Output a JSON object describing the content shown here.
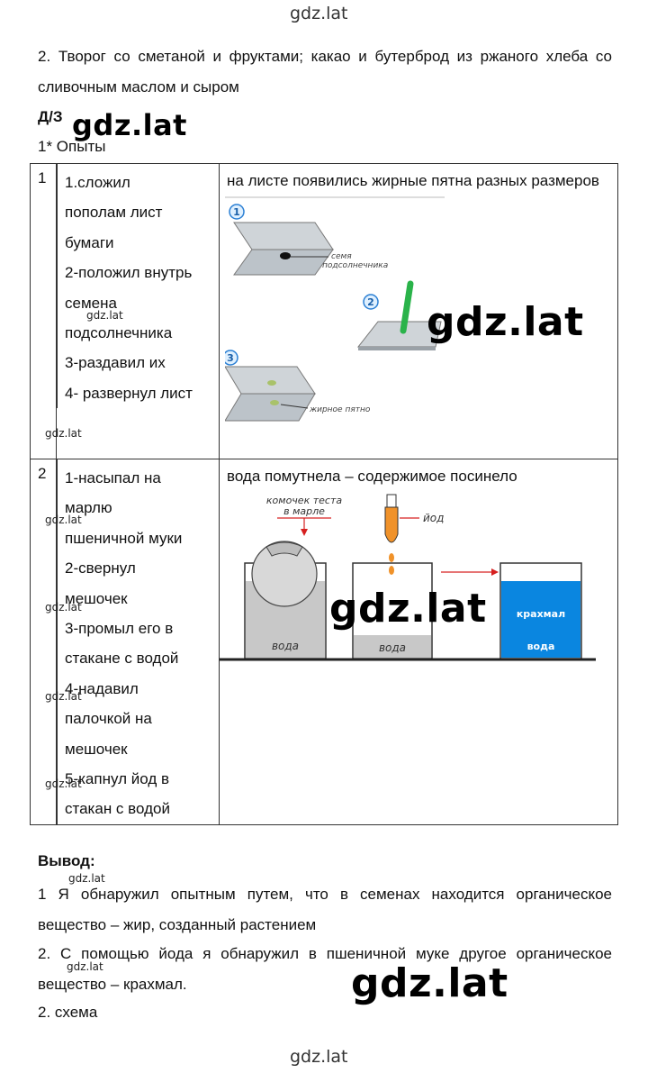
{
  "watermarks": {
    "top": "gdz.lat",
    "bottom": "gdz.lat",
    "big": "gdz.lat",
    "small": "gdz.lat"
  },
  "intro_text": "2. Творог со сметаной и фруктами; какао и бутерброд из ржаного хлеба со сливочным маслом и сыром",
  "homework_label": "Д/З",
  "experiments_label": "1* Опыты",
  "rows": [
    {
      "number": "1",
      "steps": [
        "1.сложил",
        "пополам лист",
        "бумаги",
        "2-положил внутрь",
        "семена",
        "подсолнечника",
        "3-раздавил их",
        "4- развернул лист"
      ],
      "result": "на листе появились жирные пятна разных размеров",
      "figure_labels": {
        "step1": "1",
        "step2": "2",
        "step3": "3",
        "seed_label_1": "семя",
        "seed_label_2": "подсолнечника",
        "spot_label": "жирное пятно"
      }
    },
    {
      "number": "2",
      "steps": [
        "1-насыпал на",
        "марлю",
        "пшеничной муки",
        "2-свернул",
        "мешочек",
        "3-промыл его в",
        "стакане с водой",
        "4-надавил",
        "палочкой на",
        "мешочек",
        "5-капнул йод в",
        "стакан с водой"
      ],
      "result": "вода помутнела  – содержимое посинело",
      "figure_labels": {
        "dough_label_1": "комочек теста",
        "dough_label_2": "в марле",
        "iodine_label": "йод",
        "water_label_1": "вода",
        "water_label_2": "вода",
        "starch_label": "крахмал",
        "water_label_3": "вода"
      }
    }
  ],
  "conclusion": {
    "title": "Вывод:",
    "items": [
      "1 Я обнаружил опытным путем, что в семенах находится органическое вещество – жир, созданный растением",
      "2. С помощью йода я обнаружил в пшеничной муке   другое органическое вещество – крахмал."
    ]
  },
  "task2": "2. схема",
  "colors": {
    "blue_water": "#0a86e0",
    "step_badge": "#2a7fd4",
    "pencil": "#2ab34a",
    "iodine": "#f0922a",
    "arrow": "#d62020"
  }
}
